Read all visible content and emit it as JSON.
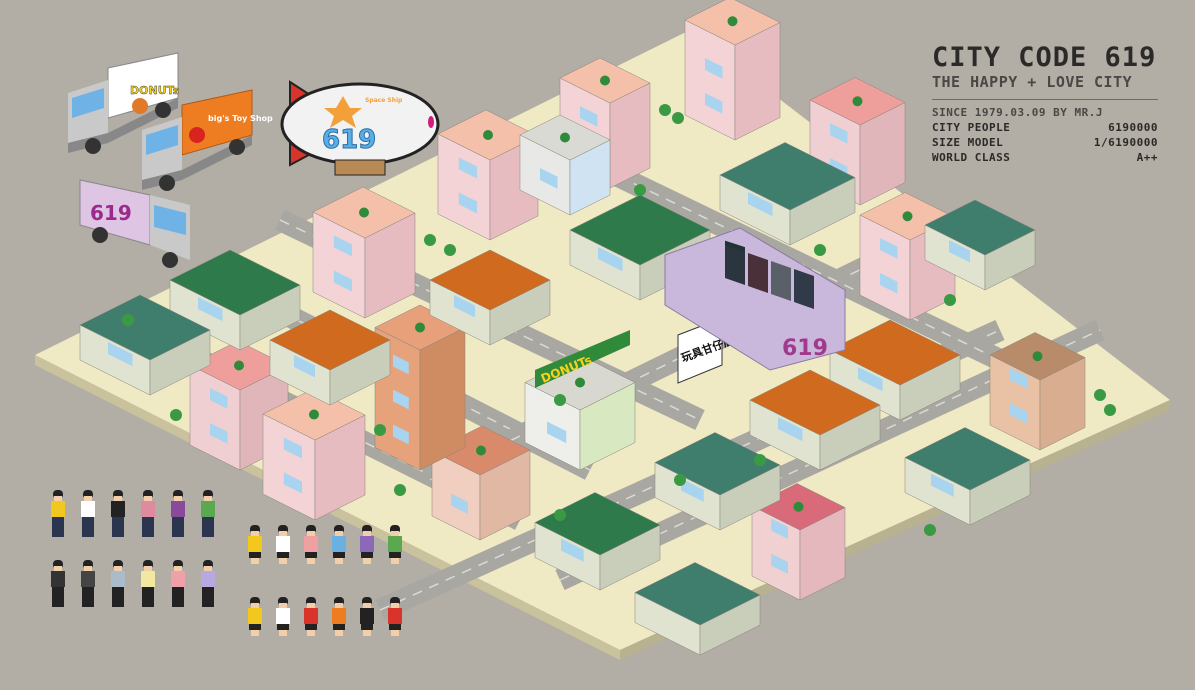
{
  "info": {
    "title": "CITY CODE 619",
    "subtitle": "THE HAPPY + LOVE CITY",
    "since": "SINCE 1979.03.09 BY MR.J",
    "stats": [
      {
        "label": "CITY PEOPLE",
        "value": "6190000"
      },
      {
        "label": "SIZE MODEL",
        "value": "1/6190000"
      },
      {
        "label": "WORLD CLASS",
        "value": "A++"
      }
    ]
  },
  "vehicles": {
    "donut_truck": "DONUTs",
    "toy_truck": "big's Toy Shop",
    "cinema_truck": "619",
    "blimp_logo": "619",
    "blimp_tag": "Space Ship"
  },
  "signs": {
    "donut_shop": "DONUTs",
    "toy_store": "玩具甘仔店",
    "cinema": "619"
  },
  "colors": {
    "background": "#b2ada5",
    "ground": "#efe9c4",
    "road": "#a9a7a1",
    "roof_green": "#2f7a4a",
    "roof_teal": "#3f7d6c",
    "roof_orange": "#cf6a1f",
    "wall_pink": "#f2cdd0",
    "accent_orange": "#ee7d22"
  }
}
